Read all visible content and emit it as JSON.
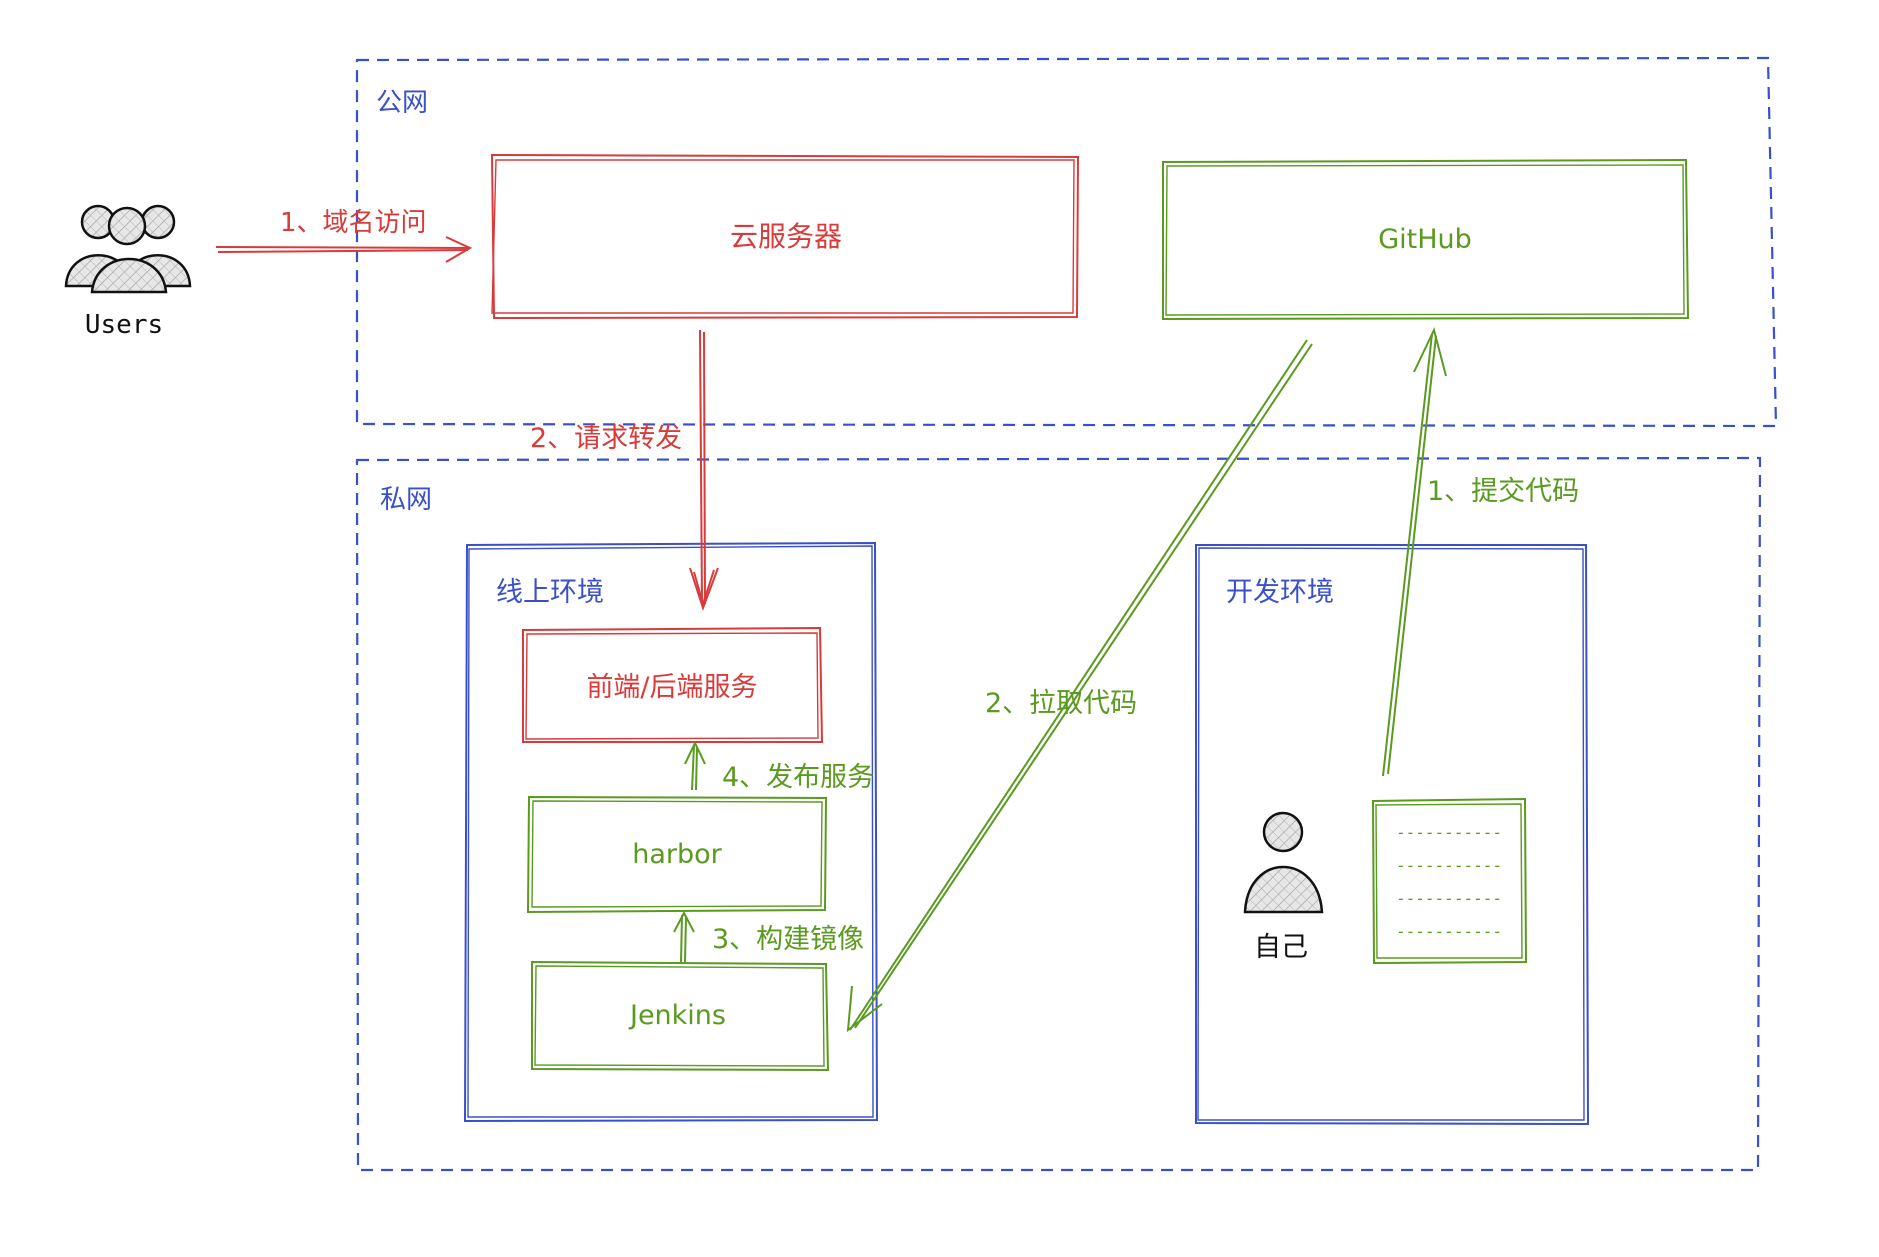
{
  "zones": {
    "public": "公网",
    "private": "私网"
  },
  "environments": {
    "online": "线上环境",
    "dev": "开发环境"
  },
  "nodes": {
    "users": "Users",
    "cloud_server": "云服务器",
    "github": "GitHub",
    "services": "前端/后端服务",
    "harbor": "harbor",
    "jenkins": "Jenkins",
    "self": "自己"
  },
  "edges": {
    "domain_access": "1、域名访问",
    "forward_request": "2、请求转发",
    "commit_code": "1、提交代码",
    "pull_code": "2、拉取代码",
    "build_image": "3、构建镜像",
    "publish_service": "4、发布服务"
  },
  "document_lines": [
    "-----------",
    "-----------",
    "-----------",
    "-----------"
  ],
  "colors": {
    "red": "#d93a3a",
    "green": "#5a9a1f",
    "blue": "#3a50c8",
    "black": "#111111"
  }
}
